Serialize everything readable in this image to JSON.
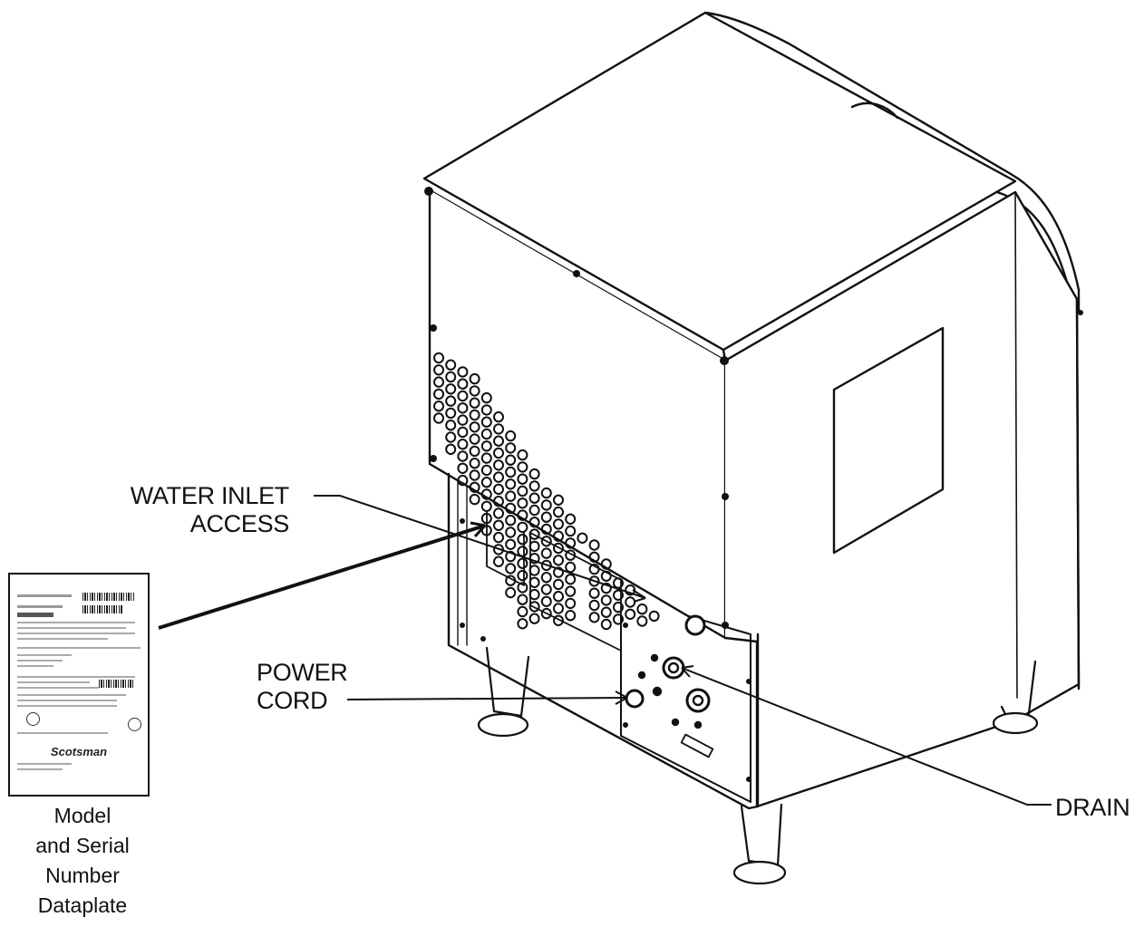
{
  "labels": {
    "water_inlet_line1": "WATER INLET",
    "water_inlet_line2": "ACCESS",
    "power_cord_line1": "POWER",
    "power_cord_line2": "CORD",
    "drain": "DRAIN"
  },
  "dataplate": {
    "caption": [
      "Model",
      "and Serial",
      "Number",
      "Dataplate"
    ],
    "brand": "Scotsman"
  },
  "colors": {
    "line": "#111111",
    "background": "#ffffff"
  }
}
